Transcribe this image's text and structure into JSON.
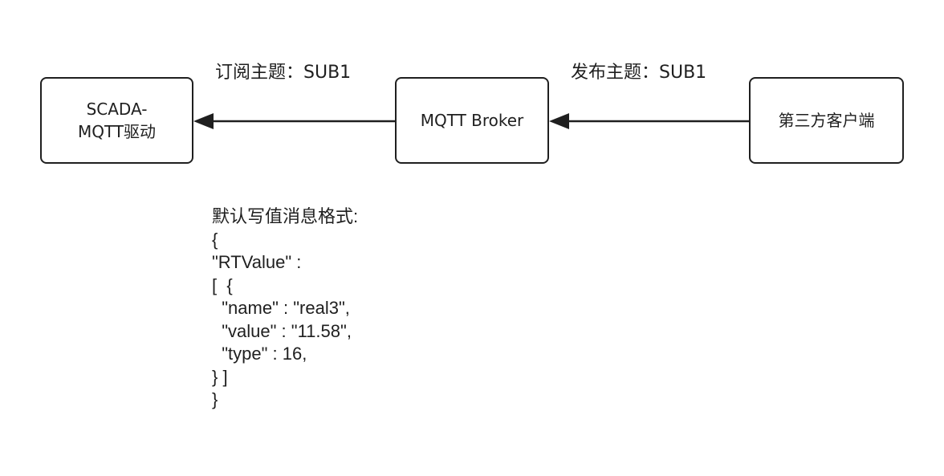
{
  "nodes": {
    "scada": {
      "label": "SCADA-\nMQTT驱动"
    },
    "broker": {
      "label": "MQTT Broker"
    },
    "client": {
      "label": "第三方客户端"
    }
  },
  "edges": {
    "subscribe": {
      "label": "订阅主题：SUB1"
    },
    "publish": {
      "label": "发布主题：SUB1"
    }
  },
  "note": {
    "lines": [
      "默认写值消息格式:",
      "{",
      "\"RTValue\" :",
      "[  {",
      "  \"name\" : \"real3\",",
      "  \"value\" : \"11.58\",",
      "  \"type\" : 16,",
      "} ]",
      "}"
    ]
  },
  "colors": {
    "stroke": "#1f1f1f",
    "background": "#ffffff"
  }
}
